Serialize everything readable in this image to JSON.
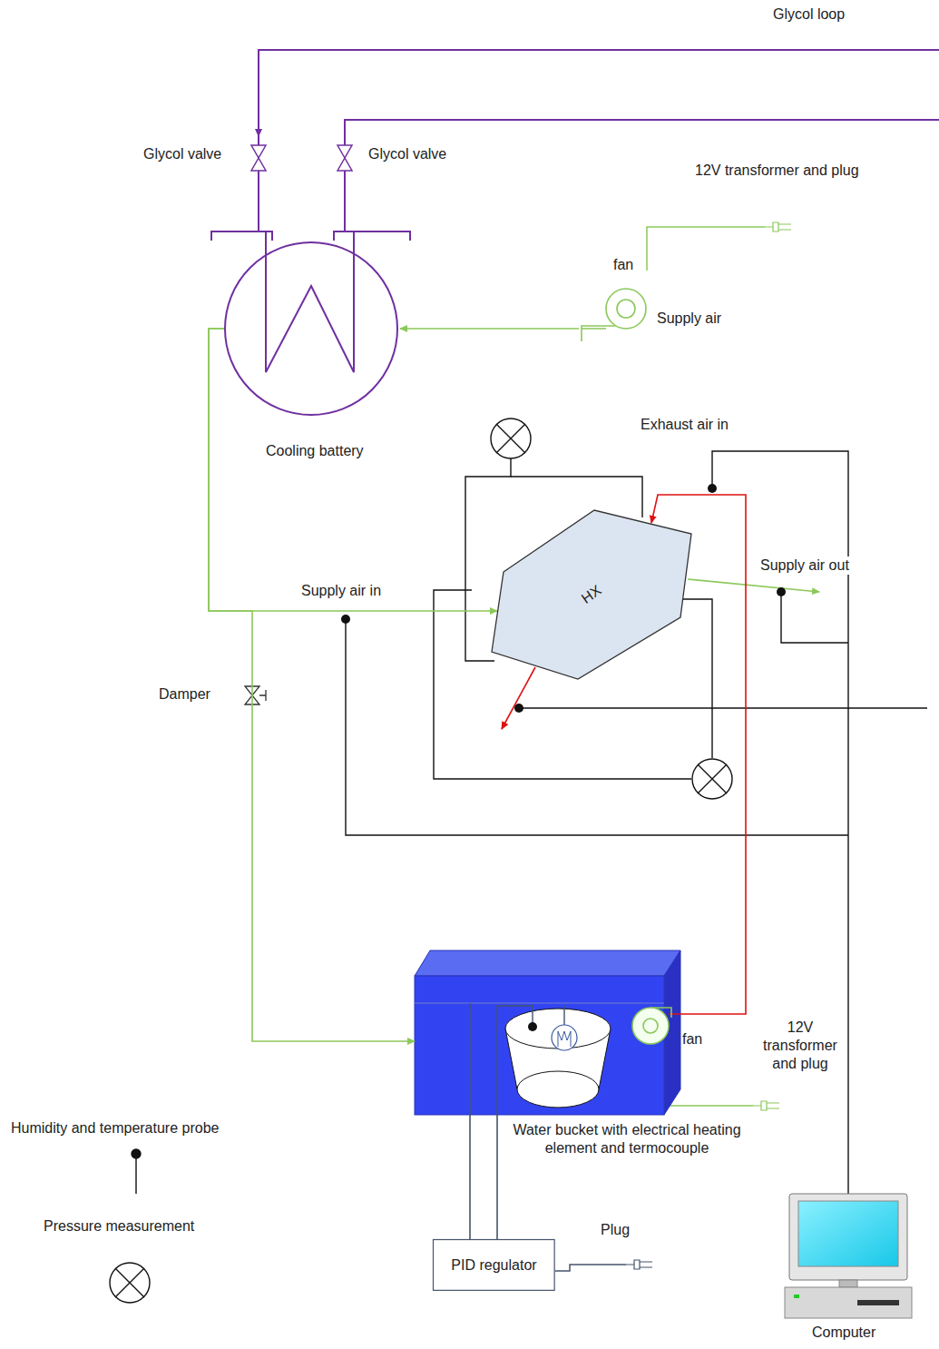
{
  "diagram": {
    "nodes": [
      {
        "text": [
          "Cooling battery"
        ]
      },
      {
        "text": [
          "fan"
        ]
      },
      {
        "text": [
          "HX"
        ]
      },
      {
        "text": [
          "Water bucket with electrical heating element and termocouple"
        ]
      },
      {
        "text": [
          "fan"
        ]
      },
      {
        "text": [
          "PID regulator"
        ]
      },
      {
        "text": [
          "Computer"
        ]
      }
    ],
    "edges": [
      {
        "from": 1,
        "to": 0,
        "arrow": "to"
      },
      {
        "from": 0,
        "to": 2,
        "arrow": "to",
        "label": "Supply air in"
      },
      {
        "from": 0,
        "to": 3,
        "arrow": "to"
      },
      {
        "from": 4,
        "to": 2,
        "arrow": "to"
      },
      {
        "from": 5,
        "to": 3,
        "arrow": "none"
      },
      {
        "from": 5,
        "to": 3,
        "arrow": "none"
      }
    ],
    "labels": [
      "Glycol loop",
      "Glycol valve",
      "Glycol valve",
      "12V transformer and plug",
      "Supply air",
      "Exhaust air in",
      "Supply air out",
      "Damper",
      "12V transformer and plug",
      "Plug"
    ],
    "legend": [
      {
        "text": "Humidity and temperature probe"
      },
      {
        "text": "Pressure measurement"
      }
    ]
  }
}
